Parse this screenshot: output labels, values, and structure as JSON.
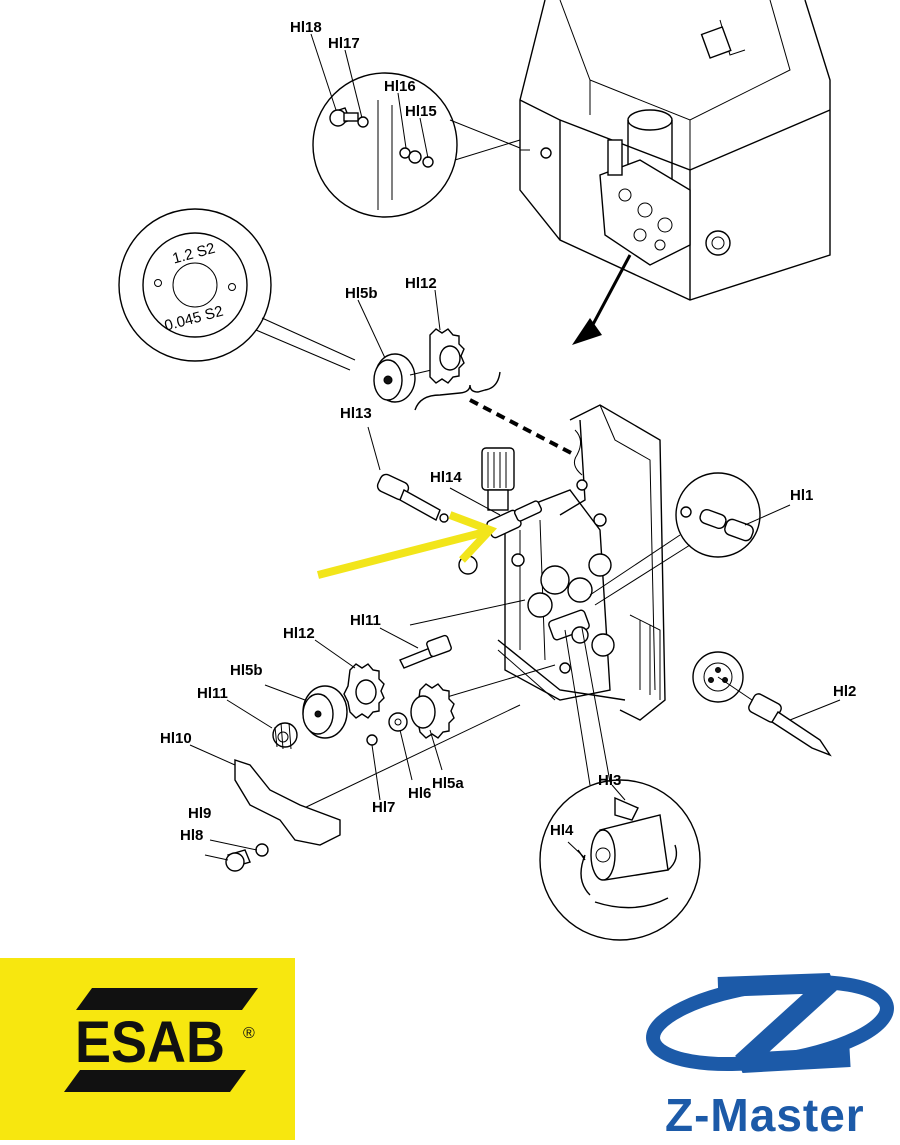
{
  "callouts": {
    "hl1": "Hl1",
    "hl2": "Hl2",
    "hl3": "Hl3",
    "hl4": "Hl4",
    "hl5a": "Hl5a",
    "hl5b_top": "Hl5b",
    "hl5b_bottom": "Hl5b",
    "hl6": "Hl6",
    "hl7": "Hl7",
    "hl8": "Hl8",
    "hl9": "Hl9",
    "hl10": "Hl10",
    "hl11_shaft": "Hl11",
    "hl11_knob": "Hl11",
    "hl12_top": "Hl12",
    "hl12_bottom": "Hl12",
    "hl13": "Hl13",
    "hl14": "Hl14",
    "hl15": "Hl15",
    "hl16": "Hl16",
    "hl17": "Hl17",
    "hl18": "Hl18"
  },
  "roll_marking": {
    "top": "1.2  S2",
    "bottom": "0.045 S2"
  },
  "logos": {
    "esab": "ESAB",
    "esab_registered": "®",
    "zmaster": "Z-Master"
  },
  "colors": {
    "highlight_arrow": "#f2e51a",
    "esab_yellow": "#f7e70f",
    "zmaster_blue": "#1c5aa8"
  }
}
